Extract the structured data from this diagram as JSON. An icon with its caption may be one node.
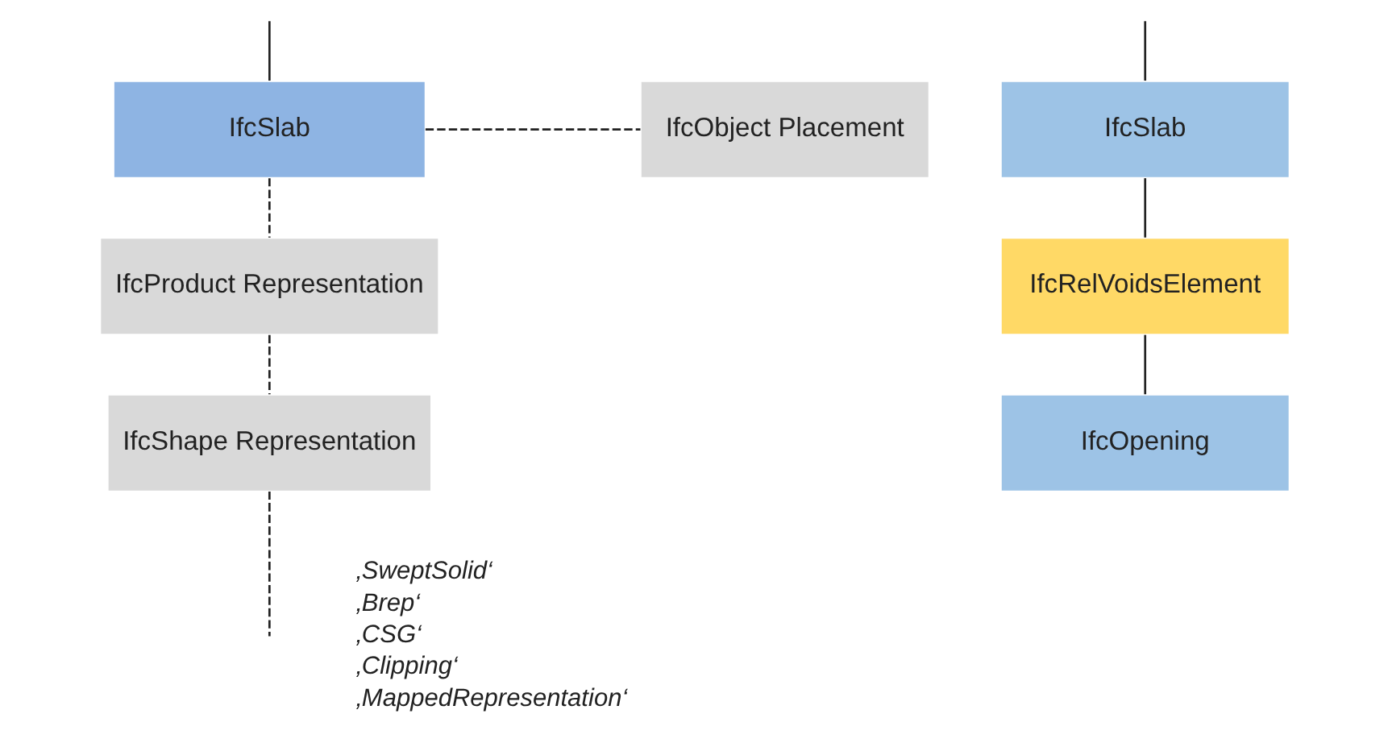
{
  "diagram": {
    "nodes": [
      {
        "text": [
          "IfcSlab"
        ]
      },
      {
        "text": [
          "IfcObject Placement"
        ]
      },
      {
        "text": [
          "IfcProduct Representation"
        ]
      },
      {
        "text": [
          "IfcShape Representation"
        ]
      },
      {
        "text": [
          "IfcSlab"
        ]
      },
      {
        "text": [
          "IfcRelVoidsElement"
        ]
      },
      {
        "text": [
          "IfcOpening"
        ]
      }
    ],
    "edges": [
      {
        "from": null,
        "to": 0,
        "arrow": "none"
      },
      {
        "from": 0,
        "to": 1,
        "arrow": "none",
        "style": "dashed"
      },
      {
        "from": 0,
        "to": 2,
        "arrow": "none",
        "style": "dashed"
      },
      {
        "from": 2,
        "to": 3,
        "arrow": "none",
        "style": "dashed"
      },
      {
        "from": 3,
        "to": null,
        "arrow": "none",
        "style": "dashed"
      },
      {
        "from": null,
        "to": 4,
        "arrow": "none"
      },
      {
        "from": 4,
        "to": 5,
        "arrow": "none"
      },
      {
        "from": 5,
        "to": 6,
        "arrow": "none"
      }
    ],
    "labels": [
      "‚SweptSolid‘",
      "‚Brep‘",
      "‚CSG‘",
      "‚Clipping‘",
      "‚MappedRepresentation‘"
    ]
  }
}
